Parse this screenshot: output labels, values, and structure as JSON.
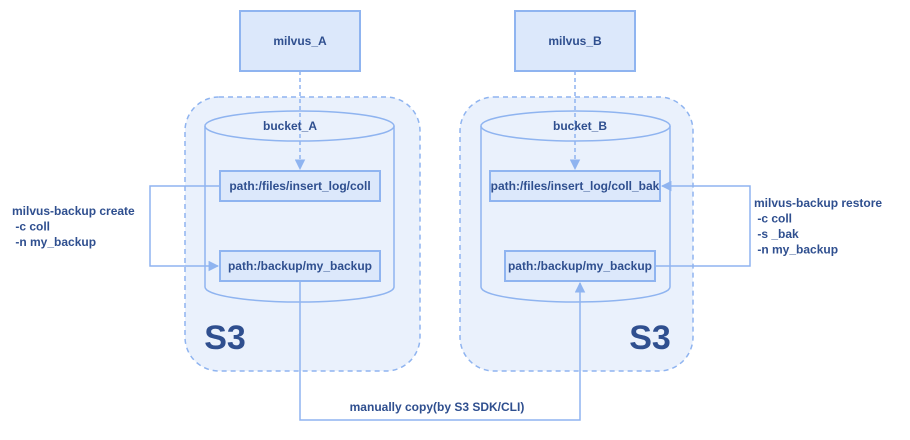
{
  "nodes": {
    "milvus_a": "milvus_A",
    "milvus_b": "milvus_B"
  },
  "buckets": {
    "a": {
      "name": "bucket_A",
      "path_data": "path:/files/insert_log/coll",
      "path_backup": "path:/backup/my_backup",
      "storage_label": "S3"
    },
    "b": {
      "name": "bucket_B",
      "path_data": "path:/files/insert_log/coll_bak",
      "path_backup": "path:/backup/my_backup",
      "storage_label": "S3"
    }
  },
  "commands": {
    "create": {
      "lines": [
        "milvus-backup create",
        " -c coll",
        " -n my_backup"
      ]
    },
    "restore": {
      "lines": [
        "milvus-backup restore",
        " -c coll",
        " -s _bak",
        " -n my_backup"
      ]
    }
  },
  "copy_label": "manually copy(by S3 SDK/CLI)",
  "colors": {
    "region_fill": "#eaf1fc",
    "region_stroke": "#8fb4f0",
    "box_fill": "#dce8fb",
    "box_stroke": "#8fb4f0",
    "text": "#2f4f8f",
    "line": "#8fb4f0"
  }
}
